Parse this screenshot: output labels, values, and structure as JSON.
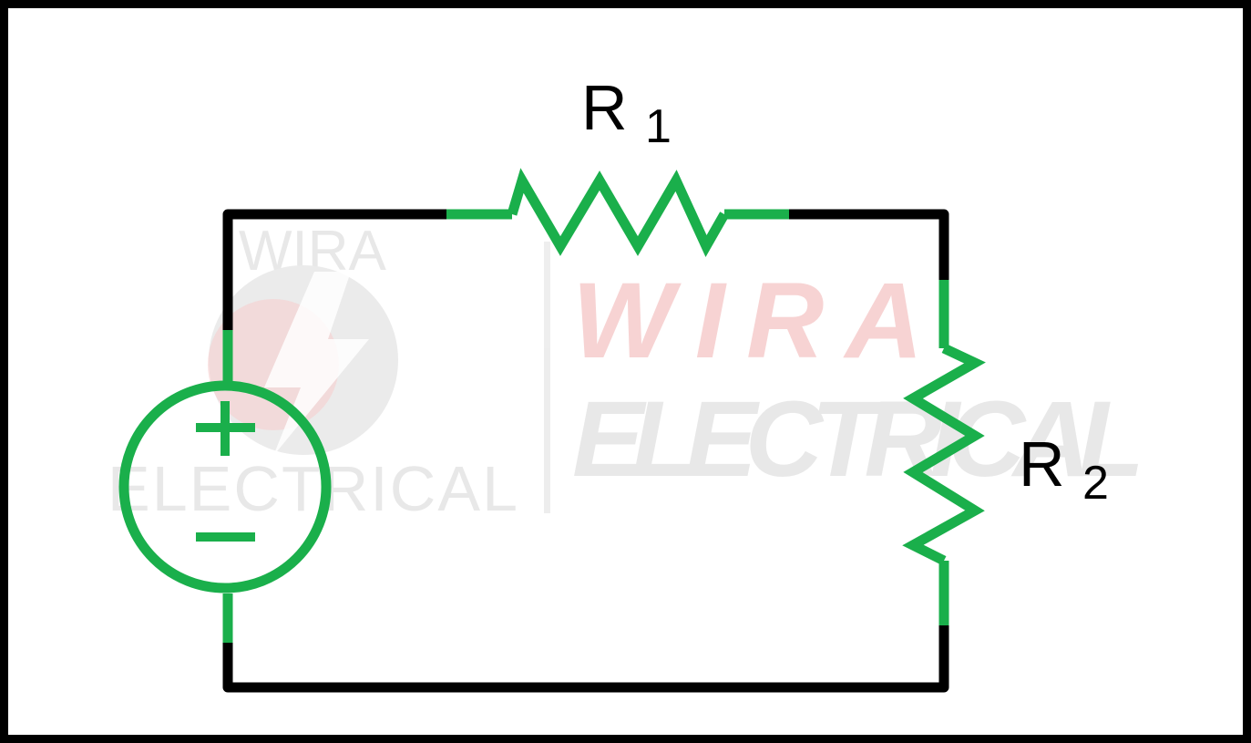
{
  "colors": {
    "wire": "#000000",
    "component": "#1aaf4b",
    "watermark_red": "#f6c9c9",
    "watermark_gray": "#e6e6e6",
    "background": "#ffffff"
  },
  "watermark": {
    "small_top": "WIRA",
    "small_bottom": "ELECTRICAL",
    "large_top": "WIRA",
    "large_bottom": "ELECTRICAL"
  },
  "components": {
    "r1": {
      "letter": "R",
      "subscript": "1"
    },
    "r2": {
      "letter": "R",
      "subscript": "2"
    },
    "source": {
      "plus": "+",
      "minus": "−"
    }
  }
}
